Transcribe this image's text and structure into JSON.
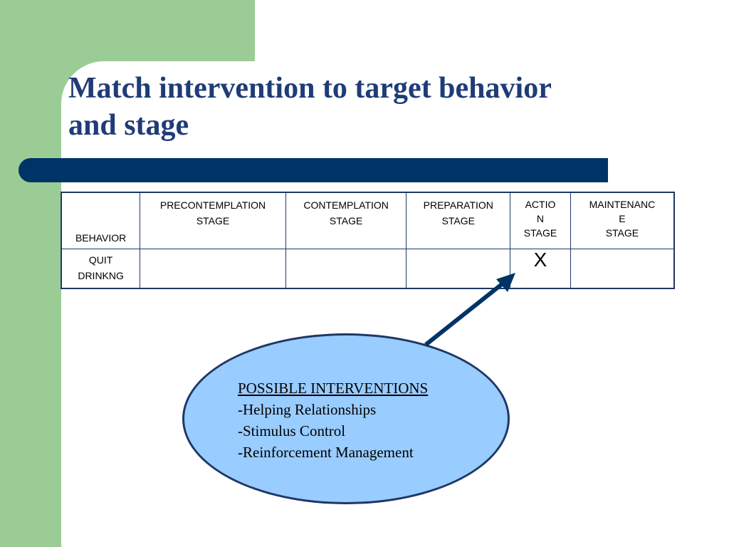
{
  "title": {
    "line1": "Match intervention to target behavior",
    "line2": "and stage"
  },
  "table": {
    "behavior_header": "BEHAVIOR",
    "stages": [
      {
        "line1": "PRECONTEMPLATION",
        "line2": "STAGE"
      },
      {
        "line1": "CONTEMPLATION",
        "line2": "STAGE"
      },
      {
        "line1": "PREPARATION",
        "line2": "STAGE"
      },
      {
        "line1": "ACTIO\nN",
        "line2": "STAGE"
      },
      {
        "line1": "MAINTENANC\nE",
        "line2": "STAGE"
      }
    ],
    "row": {
      "behavior": "QUIT\nDRINKNG",
      "cells": [
        "",
        "",
        "",
        "X",
        ""
      ]
    }
  },
  "interventions": {
    "heading": "POSSIBLE INTERVENTIONS",
    "items": [
      "-Helping Relationships",
      "-Stimulus Control",
      "-Reinforcement Management"
    ]
  },
  "colors": {
    "green": "#9ccc96",
    "navy": "#003366",
    "title": "#1f3c77",
    "ellipse_fill": "#99ccff"
  }
}
